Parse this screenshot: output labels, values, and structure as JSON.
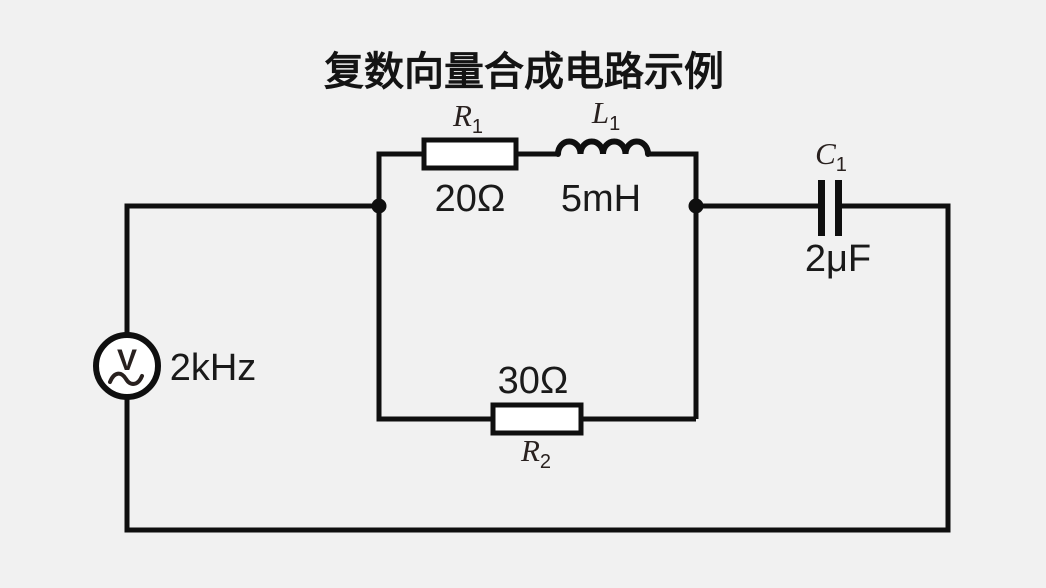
{
  "title": "复数向量合成电路示例",
  "source": {
    "symbol": "V",
    "frequency": "2kHz"
  },
  "components": {
    "r1": {
      "type": "resistor",
      "name": "R",
      "sub": "1",
      "value": "20Ω"
    },
    "l1": {
      "type": "inductor",
      "name": "L",
      "sub": "1",
      "value": "5mH"
    },
    "c1": {
      "type": "capacitor",
      "name": "C",
      "sub": "1",
      "value": "2μF"
    },
    "r2": {
      "type": "resistor",
      "name": "R",
      "sub": "2",
      "value": "30Ω"
    }
  },
  "colors": {
    "background": "#f1f1f1",
    "wire": "#0f0f0f",
    "component_fill": "#ffffff",
    "text": "#1a1a1a",
    "math_label": "#29211f"
  }
}
